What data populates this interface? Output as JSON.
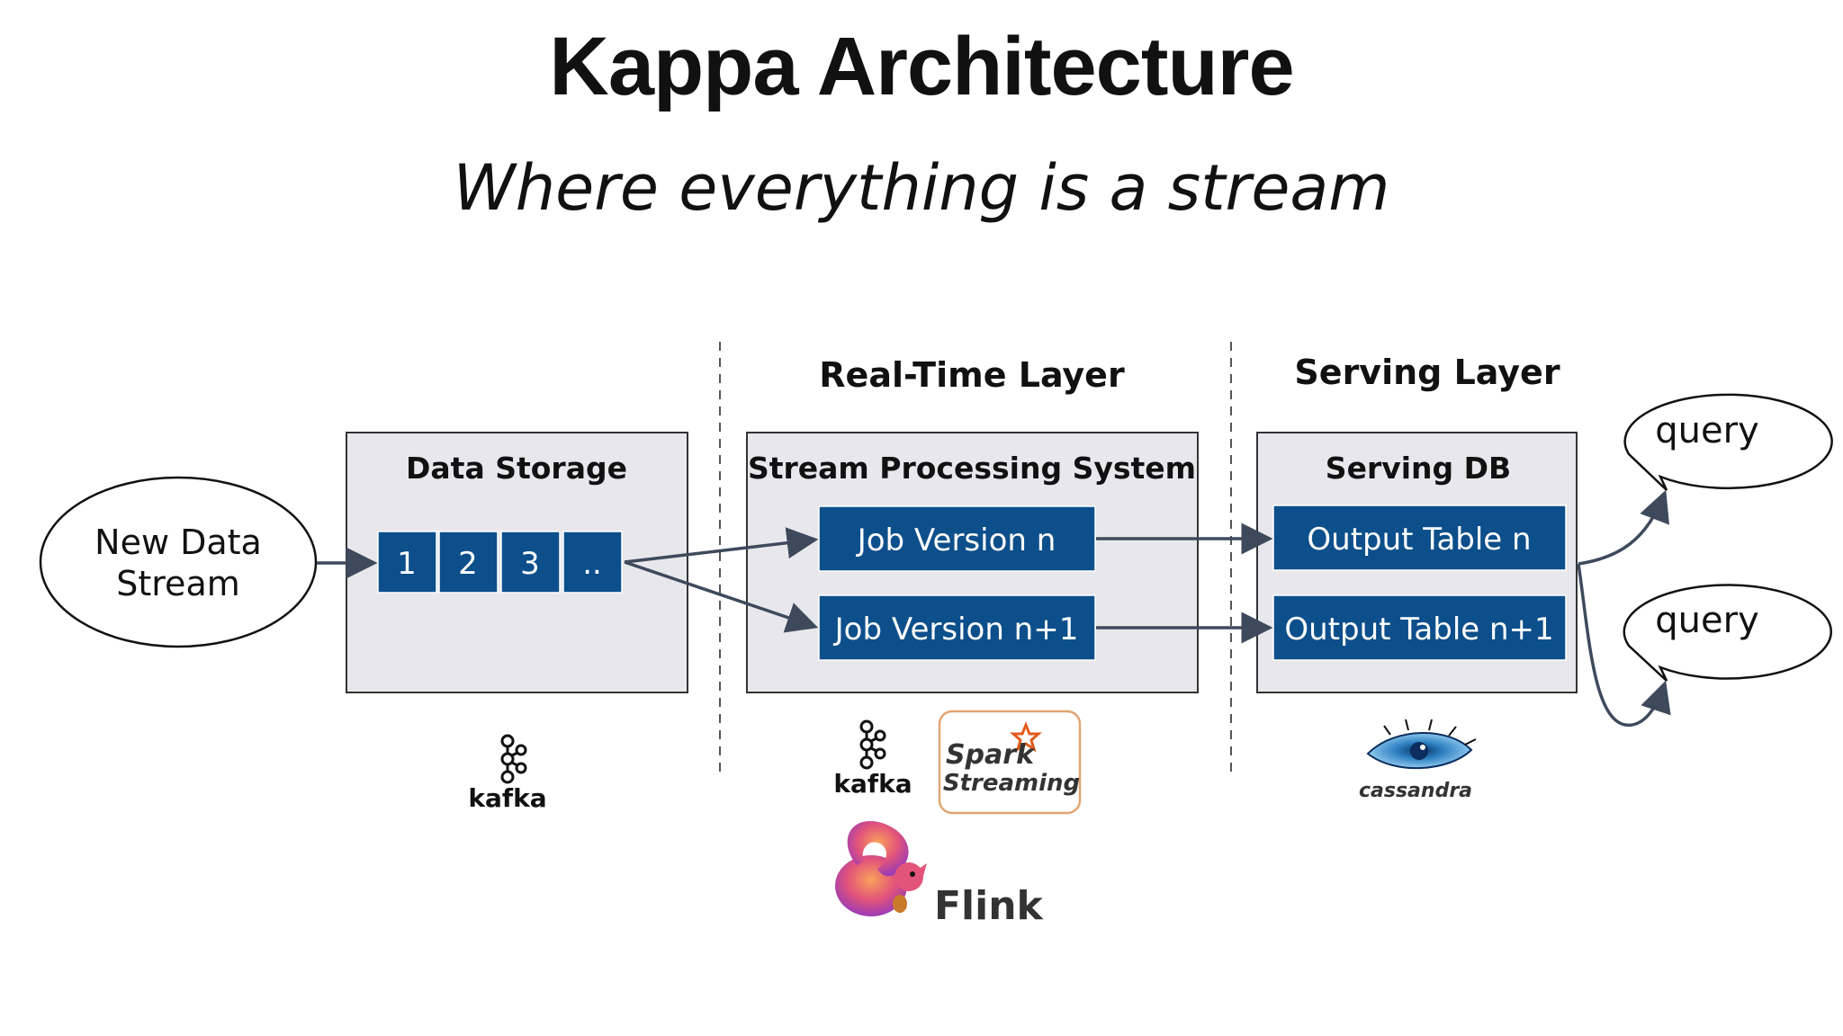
{
  "slide": {
    "title": "Kappa Architecture",
    "subtitle": "Where everything is a stream"
  },
  "layers": {
    "realtime": "Real-Time Layer",
    "serving": "Serving Layer"
  },
  "source": {
    "label_line1": "New Data",
    "label_line2": "Stream"
  },
  "storage": {
    "title": "Data Storage",
    "cells": [
      "1",
      "2",
      "3",
      ".."
    ]
  },
  "processing": {
    "title": "Stream Processing System",
    "jobs": [
      "Job Version n",
      "Job Version n+1"
    ]
  },
  "serving_db": {
    "title": "Serving DB",
    "tables": [
      "Output Table n",
      "Output Table n+1"
    ]
  },
  "queries": [
    "query",
    "query"
  ],
  "logos": {
    "kafka_storage": "kafka",
    "kafka_processing": "kafka",
    "spark_word1": "Spark",
    "spark_word2": "Streaming",
    "flink": "Flink",
    "cassandra": "cassandra"
  },
  "colors": {
    "accent_blue": "#0d4f8b",
    "panel_gray": "#e8e8ec",
    "arrow": "#3e4a5c",
    "spark_orange": "#e25a1c"
  }
}
